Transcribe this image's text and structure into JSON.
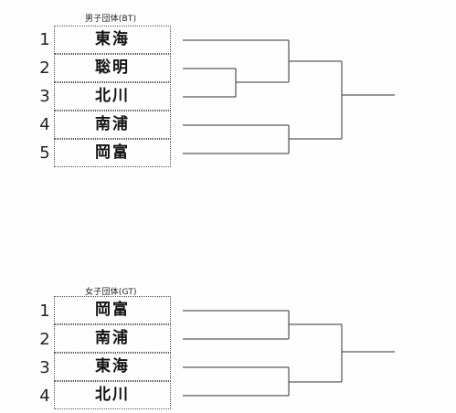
{
  "boys": {
    "title": "男子団体(BT)",
    "entries": [
      {
        "seed": "1",
        "team": "東海"
      },
      {
        "seed": "2",
        "team": "聡明"
      },
      {
        "seed": "3",
        "team": "北川"
      },
      {
        "seed": "4",
        "team": "南浦"
      },
      {
        "seed": "5",
        "team": "岡富"
      }
    ]
  },
  "girls": {
    "title": "女子団体(GT)",
    "entries": [
      {
        "seed": "1",
        "team": "岡富"
      },
      {
        "seed": "2",
        "team": "南浦"
      },
      {
        "seed": "3",
        "team": "東海"
      },
      {
        "seed": "4",
        "team": "北川"
      }
    ]
  }
}
